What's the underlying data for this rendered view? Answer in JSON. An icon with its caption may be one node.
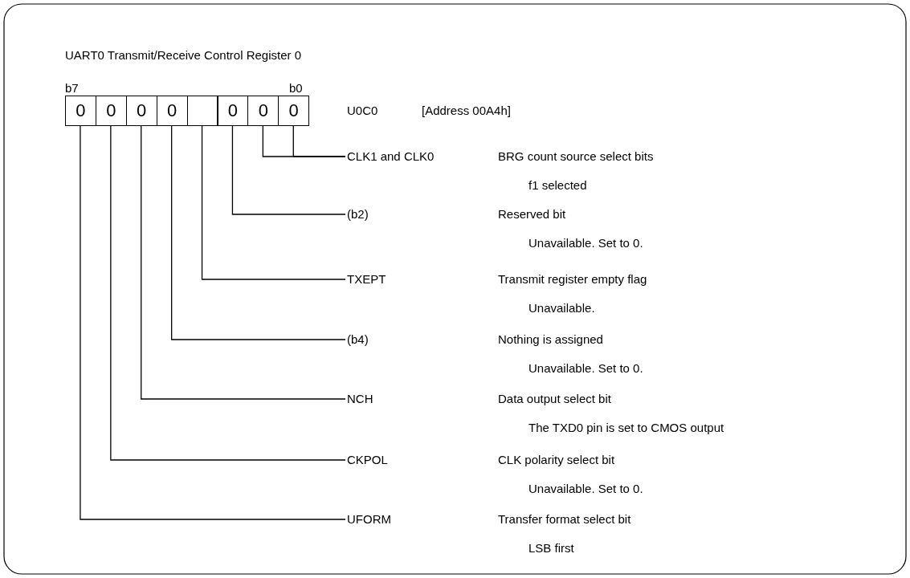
{
  "diagram": {
    "title": "UART0 Transmit/Receive Control Register 0",
    "nodes": [
      {
        "text": [
          "0"
        ]
      },
      {
        "text": [
          "0"
        ]
      },
      {
        "text": [
          "0"
        ]
      },
      {
        "text": [
          "0"
        ]
      },
      {
        "text": [],
        "shape": "box"
      },
      {
        "text": [
          "0"
        ]
      },
      {
        "text": [
          "0"
        ]
      },
      {
        "text": [
          "0"
        ]
      },
      {
        "text": [
          "CLK1 and CLK0"
        ],
        "beside": [
          "BRG count source select bits",
          "f1 selected"
        ]
      },
      {
        "text": [
          "(b2)"
        ],
        "beside": [
          "Reserved bit",
          "Unavailable. Set to 0."
        ]
      },
      {
        "text": [
          "TXEPT"
        ],
        "beside": [
          "Transmit register empty flag",
          "Unavailable."
        ]
      },
      {
        "text": [
          "(b4)"
        ],
        "beside": [
          "Nothing is assigned",
          "Unavailable. Set to 0."
        ]
      },
      {
        "text": [
          "NCH"
        ],
        "beside": [
          "Data output select bit",
          "The TXD0 pin is set to CMOS output"
        ]
      },
      {
        "text": [
          "CKPOL"
        ],
        "beside": [
          "CLK polarity select bit",
          "Unavailable. Set to 0."
        ]
      },
      {
        "text": [
          "UFORM"
        ],
        "beside": [
          "Transfer format select bit",
          "LSB first"
        ]
      }
    ],
    "edges": [
      {
        "from": 6,
        "to": 8,
        "arrow": "none"
      },
      {
        "from": 7,
        "to": 8,
        "arrow": "none"
      },
      {
        "from": 5,
        "to": 9,
        "arrow": "none"
      },
      {
        "from": 4,
        "to": 10,
        "arrow": "none"
      },
      {
        "from": 3,
        "to": 11,
        "arrow": "none"
      },
      {
        "from": 2,
        "to": 12,
        "arrow": "none"
      },
      {
        "from": 1,
        "to": 13,
        "arrow": "none"
      },
      {
        "from": 0,
        "to": 14,
        "arrow": "none"
      }
    ],
    "labels": [
      "b7",
      "b0",
      "U0C0",
      "[Address 00A4h]"
    ]
  }
}
